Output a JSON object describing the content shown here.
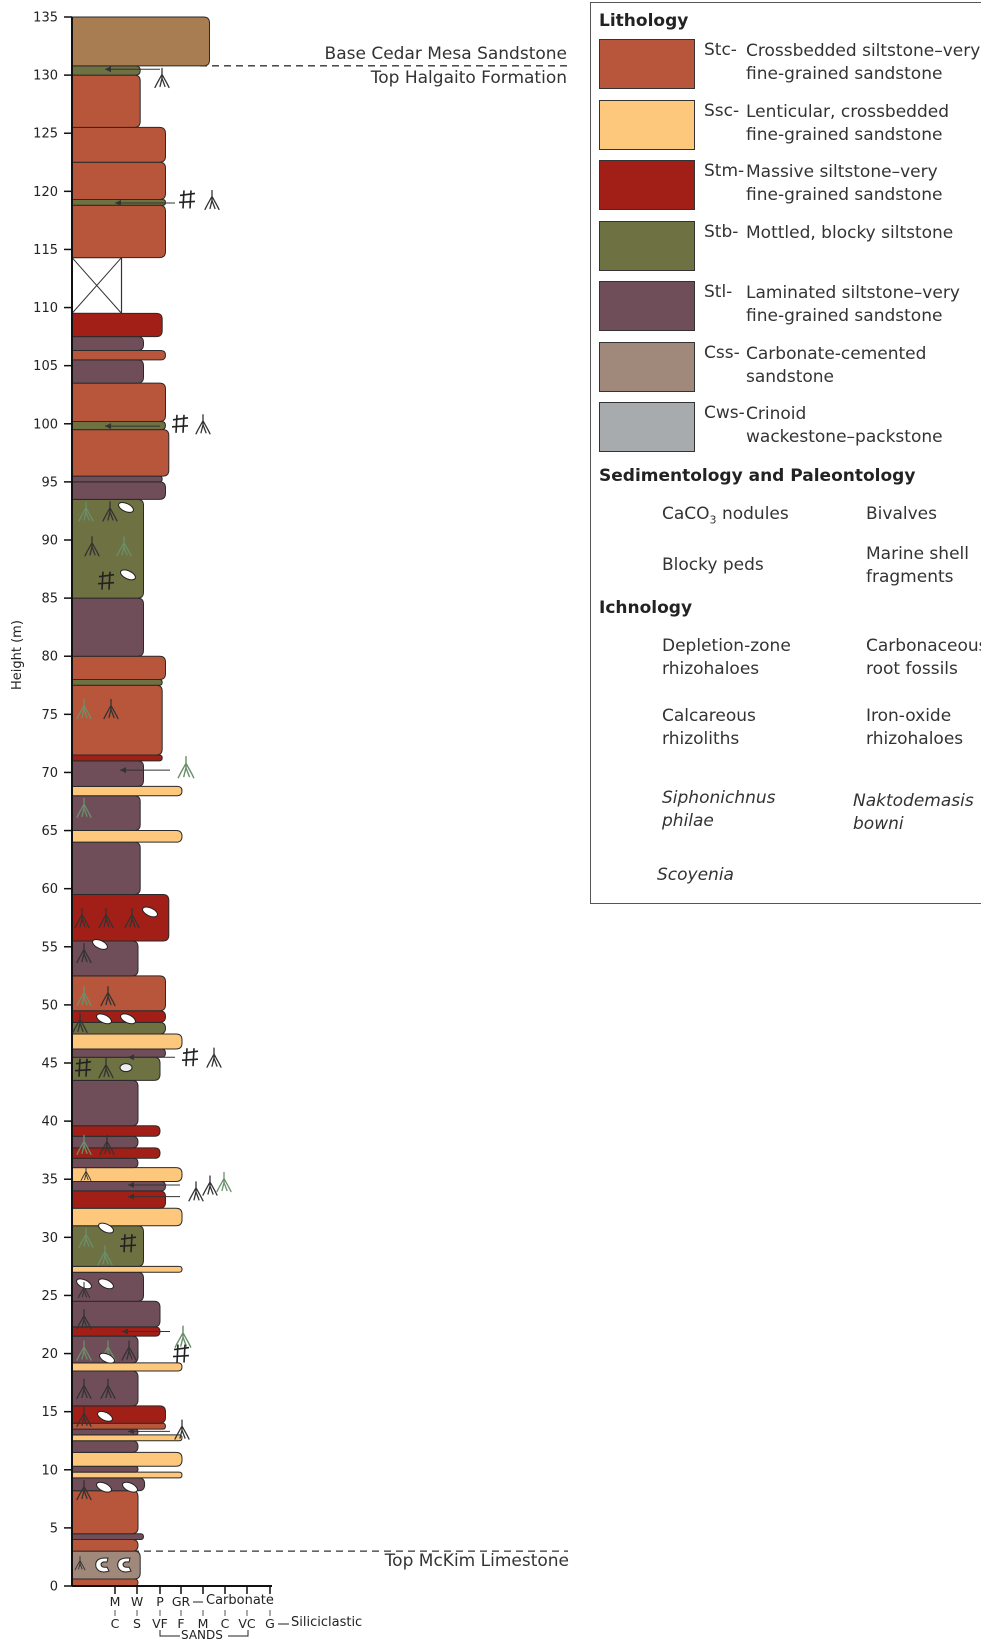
{
  "axis": {
    "title": "Height (m)",
    "min": 0,
    "max": 135,
    "tick_labels": [
      "0",
      "5",
      "10",
      "15",
      "20",
      "25",
      "30",
      "35",
      "40",
      "45",
      "50",
      "55",
      "60",
      "65",
      "70",
      "75",
      "80",
      "85",
      "90",
      "95",
      "100",
      "105",
      "110",
      "115",
      "120",
      "125",
      "130",
      "135"
    ]
  },
  "annotations": {
    "base_cedar": "Base Cedar Mesa Sandstone",
    "top_halgaito": "Top Halgaito Formation",
    "top_mckim": "Top McKim Limestone",
    "upper_contact_m": 130.8,
    "lower_contact_m": 3.0
  },
  "grain_scale": {
    "carbonate_top": [
      "M",
      "W",
      "P",
      "GR"
    ],
    "carbonate_label": "Carbonate",
    "silici_bottom": [
      "C",
      "S",
      "VF",
      "F",
      "M",
      "C",
      "VC",
      "G"
    ],
    "silici_label": "Siliciclastic",
    "sands_label": "SANDS"
  },
  "colors": {
    "Stc": "#b8563b",
    "Ssc": "#fdc77c",
    "Stm": "#a21f17",
    "Stb": "#6e7142",
    "Stl": "#6f4e5a",
    "Css": "#a0887b",
    "Cws": "#a7abae",
    "Top": "#a77d51"
  },
  "column_beds": [
    {
      "base": 0,
      "top": 0.6,
      "litho": "Stc",
      "width": 0.6
    },
    {
      "base": 0.6,
      "top": 3.0,
      "litho": "Css",
      "width": 0.62
    },
    {
      "base": 3.0,
      "top": 4.0,
      "litho": "Stc",
      "width": 0.6
    },
    {
      "base": 4.0,
      "top": 4.5,
      "litho": "Stl",
      "width": 0.65
    },
    {
      "base": 4.5,
      "top": 8.2,
      "litho": "Stc",
      "width": 0.6
    },
    {
      "base": 8.2,
      "top": 9.3,
      "litho": "Stl",
      "width": 0.66
    },
    {
      "base": 9.3,
      "top": 9.8,
      "litho": "Ssc",
      "width": 1.0
    },
    {
      "base": 9.8,
      "top": 10.3,
      "litho": "Stl",
      "width": 0.6
    },
    {
      "base": 10.3,
      "top": 11.5,
      "litho": "Ssc",
      "width": 1.0
    },
    {
      "base": 11.5,
      "top": 12.5,
      "litho": "Stl",
      "width": 0.6
    },
    {
      "base": 12.5,
      "top": 13.0,
      "litho": "Ssc",
      "width": 1.0
    },
    {
      "base": 13.0,
      "top": 13.5,
      "litho": "Stl",
      "width": 0.6
    },
    {
      "base": 13.5,
      "top": 14.0,
      "litho": "Stc",
      "width": 0.85
    },
    {
      "base": 14.0,
      "top": 15.5,
      "litho": "Stm",
      "width": 0.85
    },
    {
      "base": 15.5,
      "top": 18.5,
      "litho": "Stl",
      "width": 0.6
    },
    {
      "base": 18.5,
      "top": 19.2,
      "litho": "Ssc",
      "width": 1.0
    },
    {
      "base": 19.2,
      "top": 21.5,
      "litho": "Stl",
      "width": 0.6
    },
    {
      "base": 21.5,
      "top": 22.3,
      "litho": "Stm",
      "width": 0.8
    },
    {
      "base": 22.3,
      "top": 24.5,
      "litho": "Stl",
      "width": 0.8
    },
    {
      "base": 24.5,
      "top": 27.0,
      "litho": "Stl",
      "width": 0.65
    },
    {
      "base": 27.0,
      "top": 27.5,
      "litho": "Ssc",
      "width": 1.0
    },
    {
      "base": 27.5,
      "top": 31.0,
      "litho": "Stb",
      "width": 0.65
    },
    {
      "base": 31.0,
      "top": 32.5,
      "litho": "Ssc",
      "width": 1.0
    },
    {
      "base": 32.5,
      "top": 34.0,
      "litho": "Stm",
      "width": 0.85
    },
    {
      "base": 34.0,
      "top": 34.8,
      "litho": "Stl",
      "width": 0.85
    },
    {
      "base": 34.8,
      "top": 36.0,
      "litho": "Ssc",
      "width": 1.0
    },
    {
      "base": 36.0,
      "top": 36.8,
      "litho": "Stl",
      "width": 0.6
    },
    {
      "base": 36.8,
      "top": 37.7,
      "litho": "Stm",
      "width": 0.8
    },
    {
      "base": 37.7,
      "top": 38.7,
      "litho": "Stl",
      "width": 0.6
    },
    {
      "base": 38.7,
      "top": 39.6,
      "litho": "Stm",
      "width": 0.8
    },
    {
      "base": 39.6,
      "top": 43.5,
      "litho": "Stl",
      "width": 0.6
    },
    {
      "base": 43.5,
      "top": 45.5,
      "litho": "Stb",
      "width": 0.8
    },
    {
      "base": 45.5,
      "top": 46.2,
      "litho": "Stl",
      "width": 0.85
    },
    {
      "base": 46.2,
      "top": 47.5,
      "litho": "Ssc",
      "width": 1.0
    },
    {
      "base": 47.5,
      "top": 48.5,
      "litho": "Stb",
      "width": 0.85
    },
    {
      "base": 48.5,
      "top": 49.5,
      "litho": "Stm",
      "width": 0.85
    },
    {
      "base": 49.5,
      "top": 52.5,
      "litho": "Stc",
      "width": 0.85
    },
    {
      "base": 52.5,
      "top": 55.5,
      "litho": "Stl",
      "width": 0.6
    },
    {
      "base": 55.5,
      "top": 59.5,
      "litho": "Stm",
      "width": 0.88
    },
    {
      "base": 59.5,
      "top": 64.0,
      "litho": "Stl",
      "width": 0.62
    },
    {
      "base": 64.0,
      "top": 65.0,
      "litho": "Ssc",
      "width": 1.0
    },
    {
      "base": 65.0,
      "top": 68.0,
      "litho": "Stl",
      "width": 0.62
    },
    {
      "base": 68.0,
      "top": 68.8,
      "litho": "Ssc",
      "width": 1.0
    },
    {
      "base": 68.8,
      "top": 71.0,
      "litho": "Stl",
      "width": 0.65
    },
    {
      "base": 71.0,
      "top": 71.5,
      "litho": "Stm",
      "width": 0.82
    },
    {
      "base": 71.5,
      "top": 77.5,
      "litho": "Stc",
      "width": 0.82
    },
    {
      "base": 77.5,
      "top": 78.0,
      "litho": "Stb",
      "width": 0.82
    },
    {
      "base": 78.0,
      "top": 80.0,
      "litho": "Stc",
      "width": 0.85
    },
    {
      "base": 80.0,
      "top": 85.0,
      "litho": "Stl",
      "width": 0.65
    },
    {
      "base": 85.0,
      "top": 93.5,
      "litho": "Stb",
      "width": 0.65
    },
    {
      "base": 93.5,
      "top": 95.0,
      "litho": "Stl",
      "width": 0.85
    },
    {
      "base": 95.0,
      "top": 95.5,
      "litho": "Stl",
      "width": 0.82
    },
    {
      "base": 95.5,
      "top": 99.5,
      "litho": "Stc",
      "width": 0.88
    },
    {
      "base": 99.5,
      "top": 100.2,
      "litho": "Stb",
      "width": 0.85
    },
    {
      "base": 100.2,
      "top": 103.5,
      "litho": "Stc",
      "width": 0.85
    },
    {
      "base": 103.5,
      "top": 105.5,
      "litho": "Stl",
      "width": 0.65
    },
    {
      "base": 105.5,
      "top": 106.3,
      "litho": "Stc",
      "width": 0.85
    },
    {
      "base": 106.3,
      "top": 107.5,
      "litho": "Stl",
      "width": 0.65
    },
    {
      "base": 107.5,
      "top": 109.5,
      "litho": "Stm",
      "width": 0.82
    },
    {
      "base": 109.5,
      "top": 114.3,
      "litho": "cover",
      "width": 0.45
    },
    {
      "base": 114.3,
      "top": 118.8,
      "litho": "Stc",
      "width": 0.85
    },
    {
      "base": 118.8,
      "top": 119.3,
      "litho": "Stb",
      "width": 0.85
    },
    {
      "base": 119.3,
      "top": 122.5,
      "litho": "Stc",
      "width": 0.85
    },
    {
      "base": 122.5,
      "top": 125.5,
      "litho": "Stc",
      "width": 0.85
    },
    {
      "base": 125.5,
      "top": 130.0,
      "litho": "Stc",
      "width": 0.62
    },
    {
      "base": 130.0,
      "top": 130.8,
      "litho": "Stb",
      "width": 0.62
    },
    {
      "base": 130.8,
      "top": 135.0,
      "litho": "Top",
      "width": 1.25
    }
  ],
  "lithology": {
    "heading": "Lithology",
    "items": [
      {
        "code": "Stc-",
        "desc1": "Crossbedded siltstone–very",
        "desc2": "fine-grained sandstone",
        "key": "Stc"
      },
      {
        "code": "Ssc-",
        "desc1": "Lenticular, crossbedded",
        "desc2": "fine-grained sandstone",
        "key": "Ssc"
      },
      {
        "code": "Stm-",
        "desc1": "Massive siltstone–very",
        "desc2": "fine-grained sandstone",
        "key": "Stm"
      },
      {
        "code": "Stb-",
        "desc1": "Mottled, blocky siltstone",
        "desc2": "",
        "key": "Stb"
      },
      {
        "code": "Stl-",
        "desc1": "Laminated siltstone–very",
        "desc2": "fine-grained sandstone",
        "key": "Stl"
      },
      {
        "code": "Css-",
        "desc1": "Carbonate-cemented",
        "desc2": "sandstone",
        "key": "Css"
      },
      {
        "code": "Cws-",
        "desc1": "Crinoid",
        "desc2": "wackestone–packstone",
        "key": "Cws"
      }
    ]
  },
  "sed_paleo": {
    "heading": "Sedimentology and Paleontology",
    "caco3_main": "CaCO",
    "caco3_sub": "3",
    "caco3_rest": " nodules",
    "bivalves": "Bivalves",
    "blocky_peds": "Blocky peds",
    "marine_shell_1": "Marine shell",
    "marine_shell_2": "fragments"
  },
  "ichnology": {
    "heading": "Ichnology",
    "depletion_1": "Depletion-zone",
    "depletion_2": "rhizohaloes",
    "carbonaceous_1": "Carbonaceous",
    "carbonaceous_2": "root fossils",
    "calcareous_1": "Calcareous",
    "calcareous_2": "rhizoliths",
    "iron_1": "Iron-oxide",
    "iron_2": "rhizohaloes",
    "siphon_1": "Siphonichnus",
    "siphon_2": "philae",
    "nakto_1": "Naktodemasis",
    "nakto_2": "bowni",
    "scoyenia": "Scoyenia"
  }
}
